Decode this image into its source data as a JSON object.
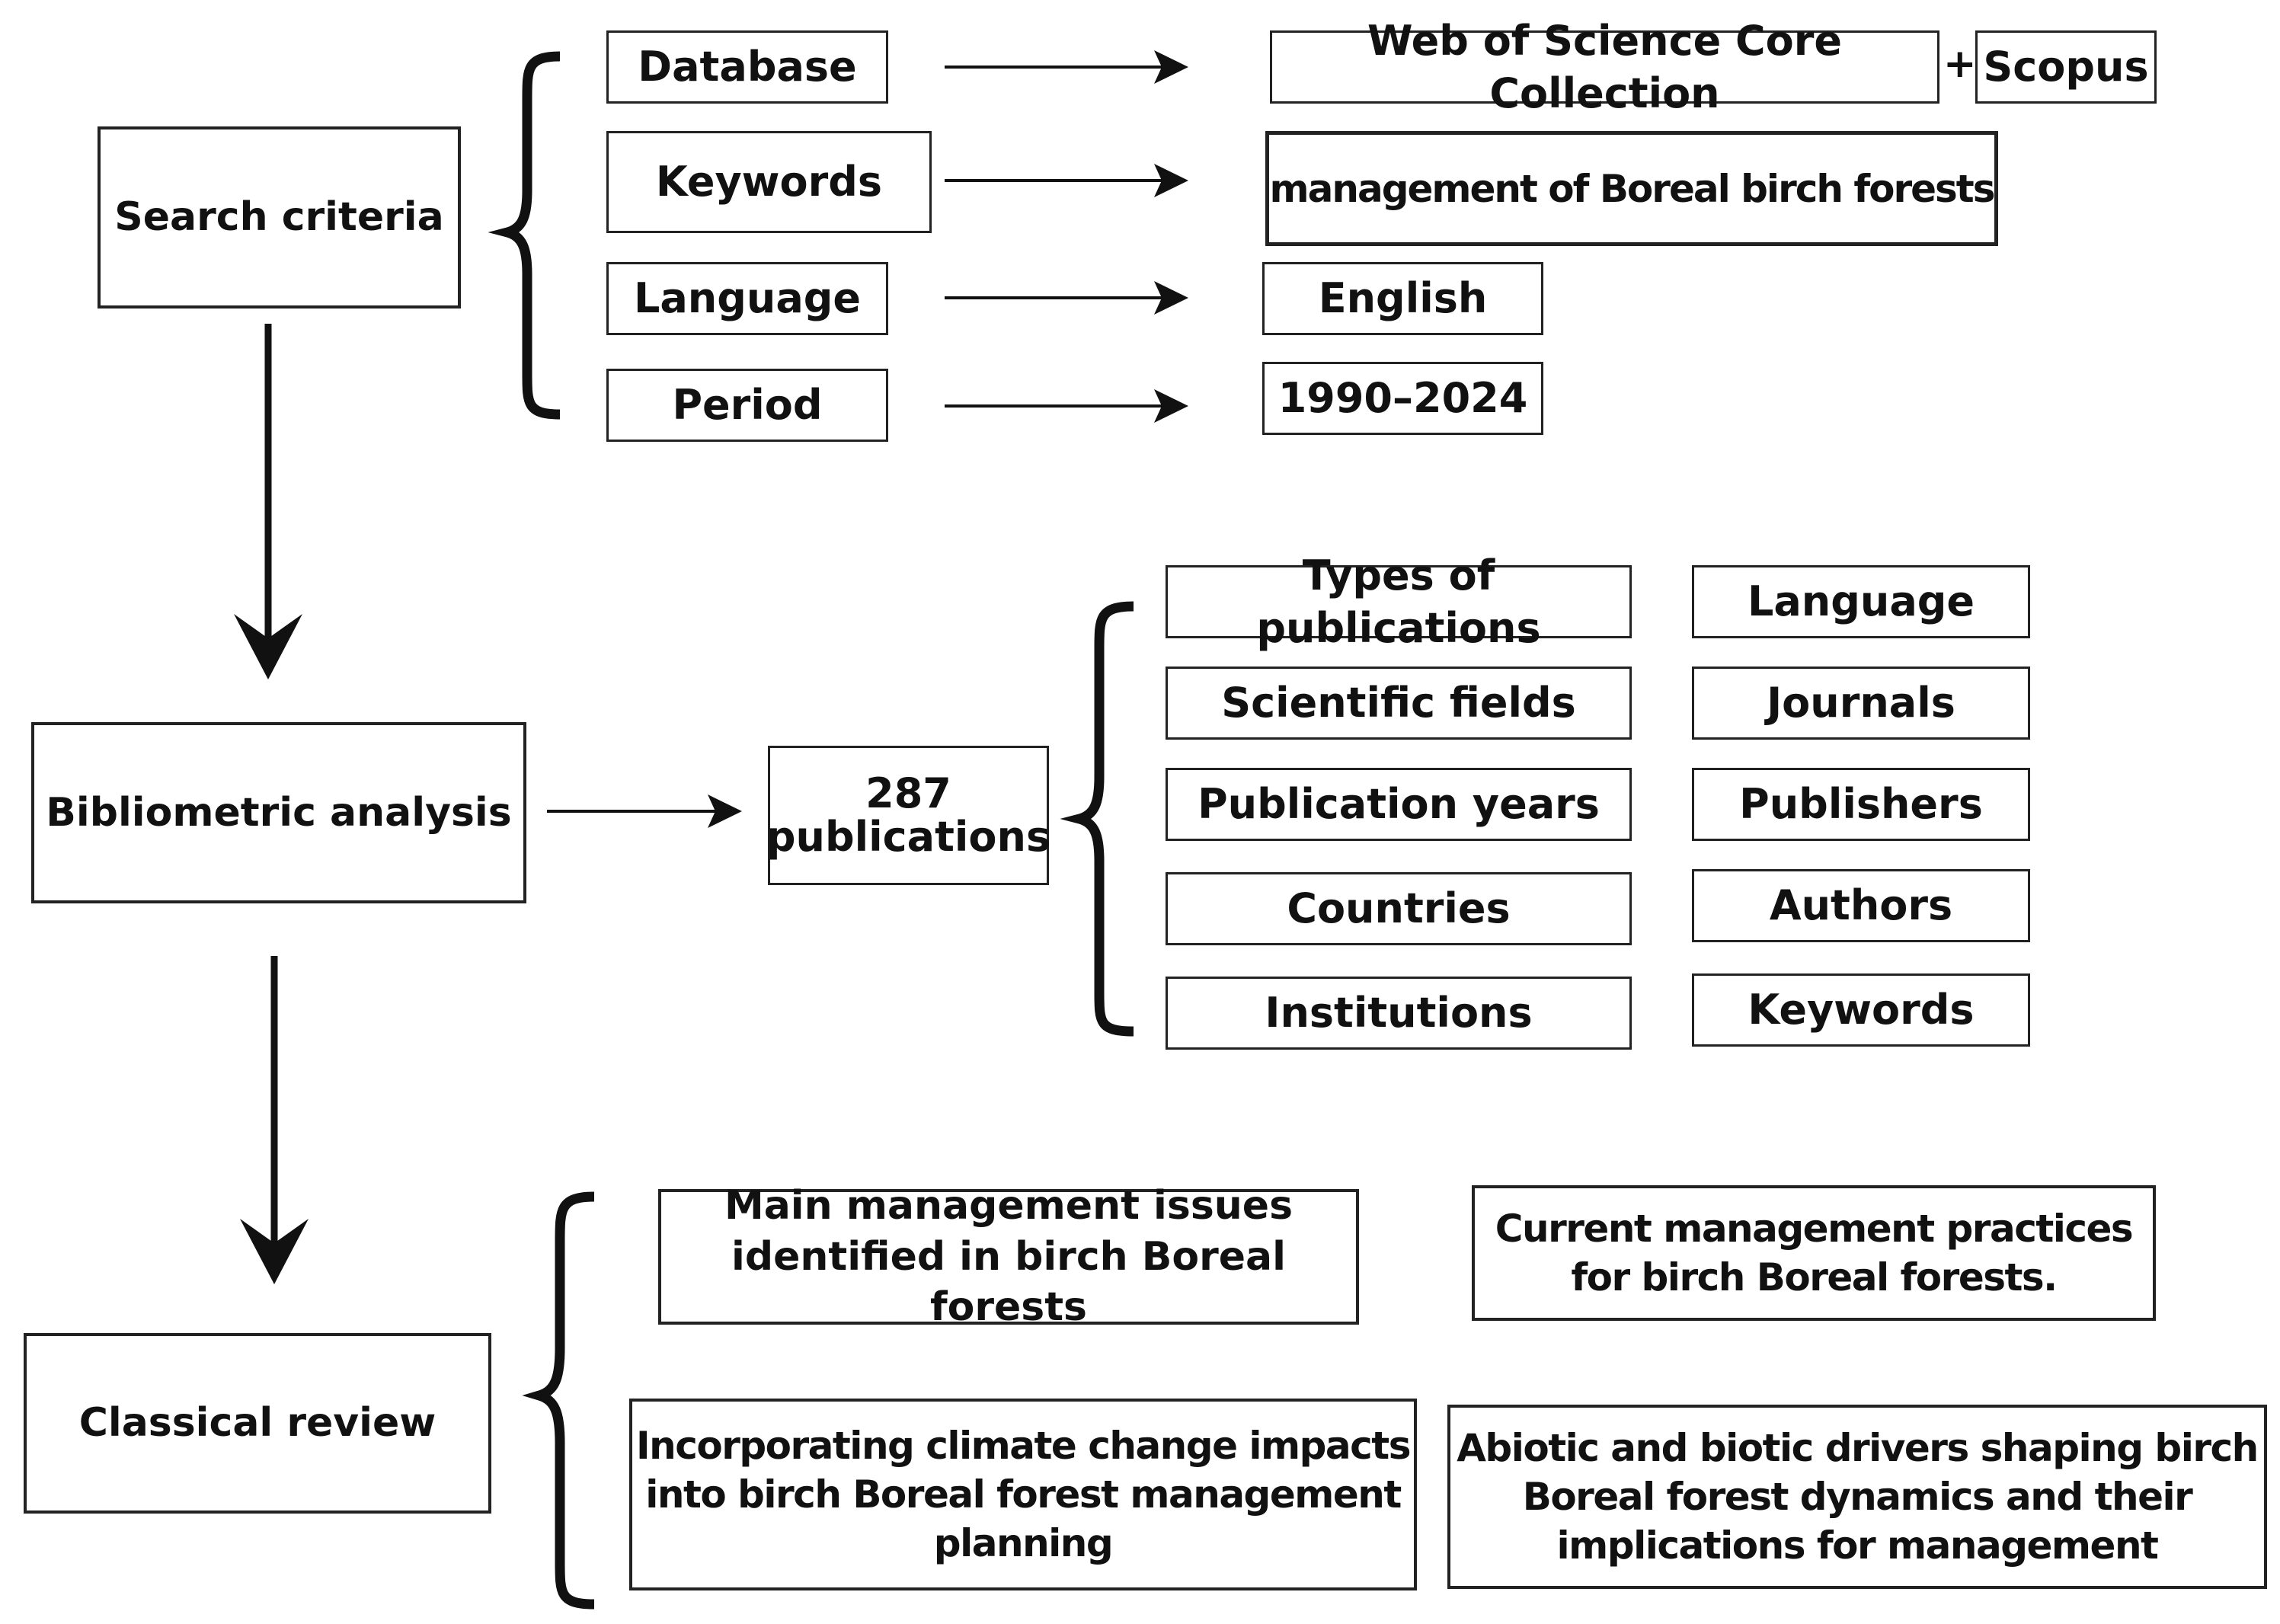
{
  "search": {
    "title": "Search criteria",
    "rows": [
      {
        "label": "Database",
        "value": "Web of Science Core Collection",
        "extra": "Scopus"
      },
      {
        "label": "Keywords",
        "value": "management of Boreal birch forests"
      },
      {
        "label": "Language",
        "value": "English"
      },
      {
        "label": "Period",
        "value": "1990–2024"
      }
    ],
    "plus": "+"
  },
  "bibliometric": {
    "title": "Bibliometric analysis",
    "count": "287",
    "count_unit": "publications",
    "attributes_left": [
      "Types of publications",
      "Scientific fields",
      "Publication years",
      "Countries",
      "Institutions"
    ],
    "attributes_right": [
      "Language",
      "Journals",
      "Publishers",
      "Authors",
      "Keywords"
    ]
  },
  "classical": {
    "title": "Classical review",
    "topics": [
      [
        "Main management issues",
        "identified in birch Boreal forests"
      ],
      [
        "Current management practices",
        "for birch Boreal forests."
      ],
      [
        "Incorporating climate change impacts",
        "into birch Boreal forest management",
        "planning"
      ],
      [
        "Abiotic and biotic drivers shaping birch",
        "Boreal forest dynamics and their",
        "implications for management"
      ]
    ]
  }
}
